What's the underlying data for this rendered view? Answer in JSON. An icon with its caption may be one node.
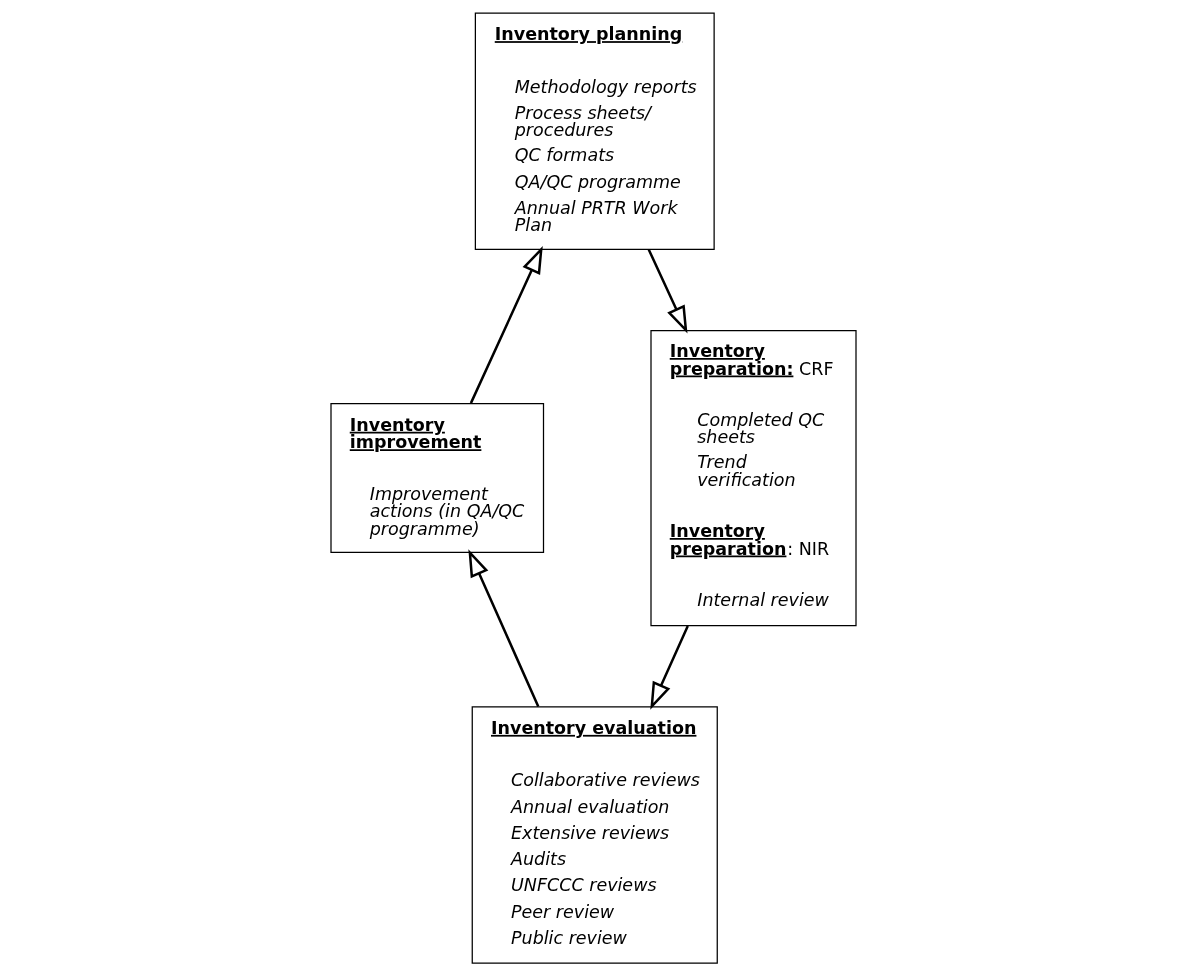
{
  "diagram": {
    "nodes": [
      {
        "text": [
          "**Inventory planning**",
          "Methodology reports",
          "Process sheets/ procedures",
          "QC formats",
          "QA/QC programme",
          "Annual PRTR Work Plan"
        ]
      },
      {
        "text": [
          "**Inventory improvement**",
          "Improvement actions (in QA/QC programme)"
        ]
      },
      {
        "text": [
          "**Inventory preparation:** CRF",
          "Completed QC sheets",
          "Trend verification",
          "**Inventory preparation**: NIR",
          "Internal review"
        ]
      },
      {
        "text": [
          "**Inventory evaluation**",
          "Collaborative reviews",
          "Annual evaluation",
          "Extensive reviews",
          "Audits",
          "UNFCCC reviews",
          "Peer review",
          "Public review"
        ]
      }
    ],
    "edges": [
      {
        "from": 1,
        "to": 0,
        "arrow": "to"
      },
      {
        "from": 0,
        "to": 2,
        "arrow": "to"
      },
      {
        "from": 2,
        "to": 3,
        "arrow": "to"
      },
      {
        "from": 3,
        "to": 1,
        "arrow": "to"
      }
    ]
  }
}
